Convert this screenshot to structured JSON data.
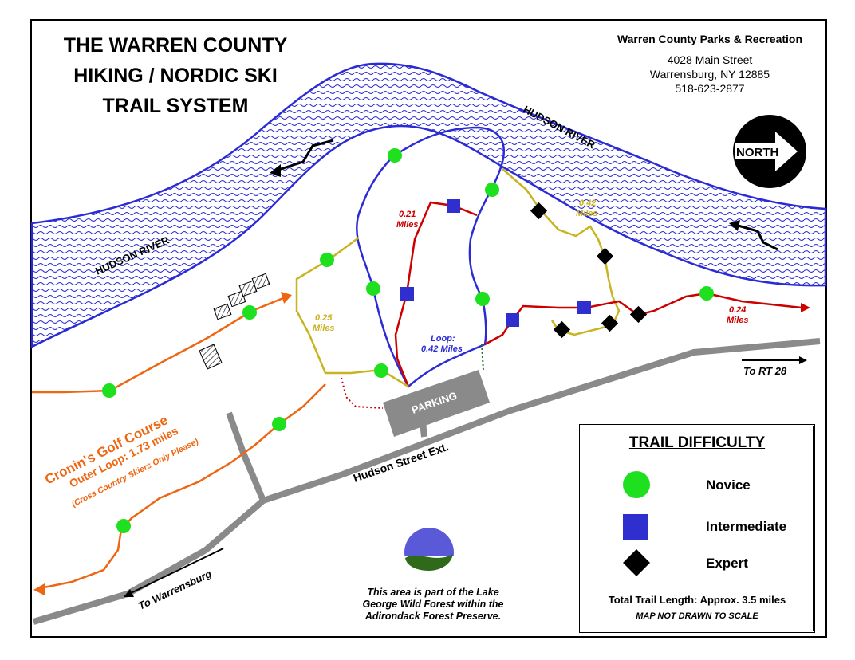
{
  "title": {
    "line1": "THE WARREN COUNTY",
    "line2": "HIKING / NORDIC SKI",
    "line3": "TRAIL SYSTEM"
  },
  "organization": {
    "name": "Warren County Parks & Recreation",
    "street": "4028 Main Street",
    "city": "Warrensburg, NY 12885",
    "phone": "518-623-2877"
  },
  "north_label": "NORTH",
  "river": {
    "label_upper": "HUDSON RIVER",
    "label_lower": "HUDSON RIVER",
    "color": "#2b2bd6"
  },
  "trails": {
    "loop_label_1": "Loop:",
    "loop_label_2": "0.42 Miles",
    "red_label_a_1": "0.21",
    "red_label_a_2": "Miles",
    "yellow_label_a_1": "0.42",
    "yellow_label_a_2": "Miles",
    "yellow_label_b_1": "0.25",
    "yellow_label_b_2": "Miles",
    "red_label_b_1": "0.24",
    "red_label_b_2": "Miles",
    "colors": {
      "blue": "#2b2bd6",
      "red": "#cc0000",
      "yellow": "#c8b420",
      "orange": "#ee6611",
      "road": "#8a8a8a"
    }
  },
  "parking_label": "PARKING",
  "roads": {
    "hudson_street": "Hudson Street Ext.",
    "to_rt28": "To RT 28",
    "to_warrensburg": "To Warrensburg"
  },
  "golf": {
    "name": "Cronin's Golf Course",
    "loop": "Outer Loop: 1.73 miles",
    "note": "(Cross Country Skiers Only Please)"
  },
  "legend": {
    "title": "TRAIL DIFFICULTY",
    "novice": "Novice",
    "intermediate": "Intermediate",
    "expert": "Expert",
    "total": "Total Trail Length: Approx. 3.5 miles",
    "scale_note": "MAP NOT DRAWN TO SCALE"
  },
  "forest_note": {
    "line1": "This area is part of the Lake",
    "line2": "George Wild Forest within the",
    "line3": "Adirondack Forest Preserve."
  },
  "symbol_colors": {
    "novice": "#1fe01f",
    "intermediate": "#2f2fcf",
    "expert": "#000000"
  }
}
